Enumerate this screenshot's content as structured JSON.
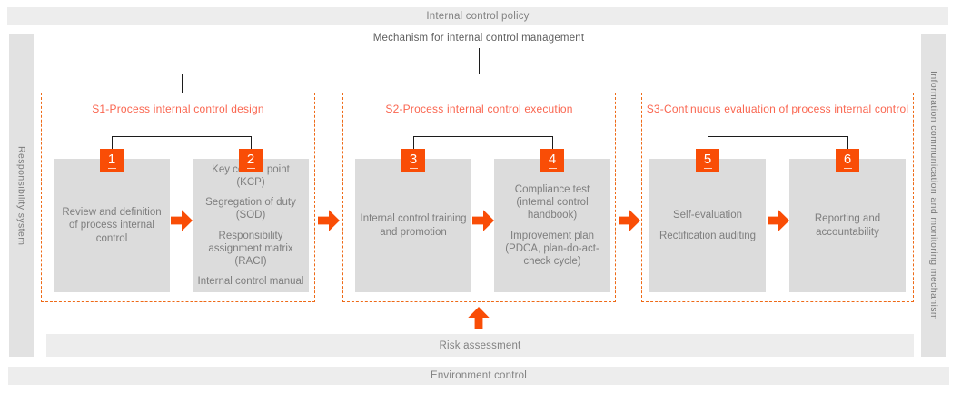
{
  "colors": {
    "accent_orange": "#F94D06",
    "dashed_border_orange": "#EE6A17",
    "section_title_orange": "#FA6650",
    "box_gray": "#DCDCDC",
    "bar_gray": "#EDEDED",
    "sidebar_gray": "#E2E2E2",
    "text_gray": "#7E7E7E",
    "line_black": "#1C1C1C"
  },
  "top_bar": {
    "label": "Internal control policy"
  },
  "mechanism_label": "Mechanism for internal control management",
  "left_sidebar": {
    "label": "Responsibility system"
  },
  "right_sidebar": {
    "label": "Information communication and monitoring mechanism"
  },
  "sections": [
    {
      "title": "S1-Process internal control design",
      "boxes": [
        {
          "number": "1",
          "lines": [
            "Review and definition of process internal control"
          ]
        },
        {
          "number": "2",
          "lines": [
            "Key control point (KCP)",
            "Segregation of duty (SOD)",
            "Responsibility assignment matrix (RACI)",
            "Internal control manual"
          ]
        }
      ]
    },
    {
      "title": "S2-Process internal control execution",
      "boxes": [
        {
          "number": "3",
          "lines": [
            "Internal control training and promotion"
          ]
        },
        {
          "number": "4",
          "lines": [
            "Compliance test (internal control handbook)",
            "Improvement plan (PDCA, plan-do-act-check cycle)"
          ]
        }
      ]
    },
    {
      "title": "S3-Continuous evaluation of process internal control",
      "boxes": [
        {
          "number": "5",
          "lines": [
            "Self-evaluation",
            "Rectification auditing"
          ]
        },
        {
          "number": "6",
          "lines": [
            "Reporting and accountability"
          ]
        }
      ]
    }
  ],
  "risk_bar": {
    "label": "Risk assessment"
  },
  "env_bar": {
    "label": "Environment control"
  }
}
